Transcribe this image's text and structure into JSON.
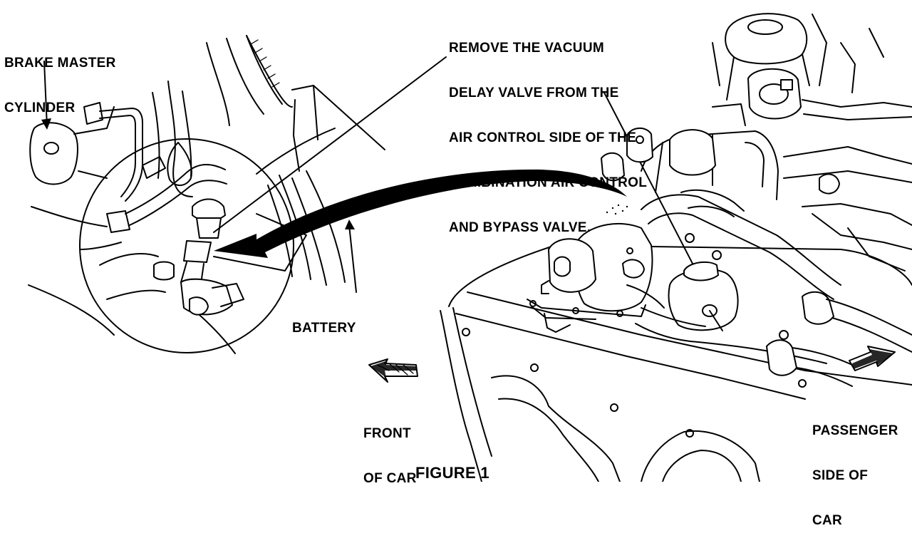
{
  "labels": {
    "brake_master_cylinder": [
      "BRAKE MASTER",
      "CYLINDER"
    ],
    "instruction": [
      "REMOVE THE VACUUM",
      "DELAY VALVE FROM THE",
      "AIR CONTROL SIDE OF THE",
      "COMBINATION AIR CONTROL",
      "AND BYPASS VALVE."
    ],
    "battery": "BATTERY",
    "front_of_car": [
      "FRONT",
      "OF CAR"
    ],
    "passenger_side": [
      "PASSENGER",
      "SIDE OF",
      "CAR"
    ],
    "figure_caption": "FIGURE 1"
  },
  "colors": {
    "ink": "#000000",
    "paper": "#ffffff"
  },
  "icons": [
    "direction-arrow-icon",
    "detail-callout-arrow"
  ]
}
